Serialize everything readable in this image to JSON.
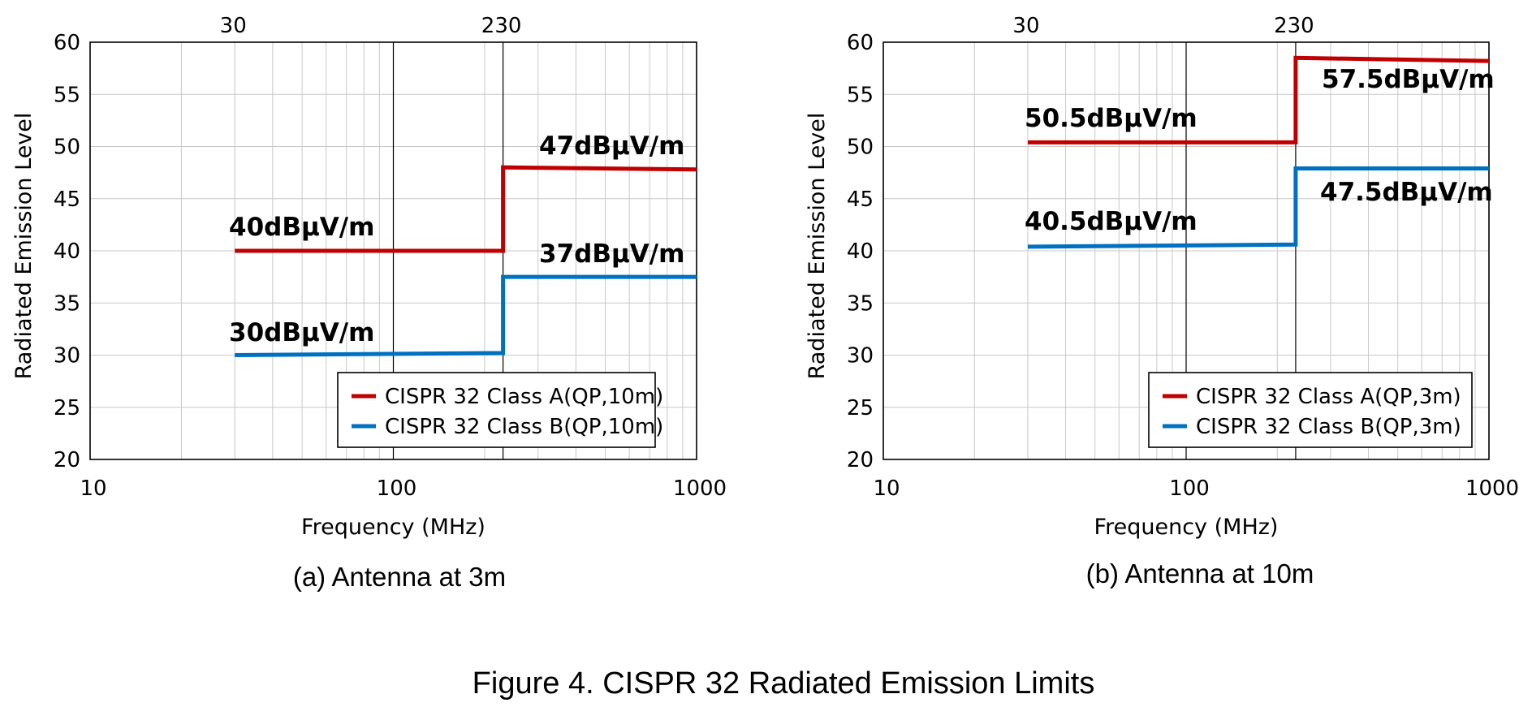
{
  "figure_title": "Figure 4. CISPR 32 Radiated Emission Limits",
  "colors": {
    "class_a": "#C00000",
    "class_b": "#0070C0"
  },
  "chart_data": [
    {
      "type": "line",
      "caption": "(a) Antenna at 3m",
      "xlabel": "Frequency (MHz)",
      "ylabel": "Radiated Emission Level",
      "x_scale": "log",
      "xlim": [
        10,
        1000
      ],
      "ylim": [
        20,
        60
      ],
      "y_step": 5,
      "x_tick_labels": [
        "10",
        "100",
        "1000"
      ],
      "top_tick_labels": [
        "30",
        "230"
      ],
      "grid": true,
      "legend": "bottom-right",
      "series": [
        {
          "name": "CISPR 32 Class A(QP,10m)",
          "color": "#C00000",
          "x": [
            30,
            230,
            230,
            1000
          ],
          "y": [
            40,
            40,
            48,
            47.8
          ]
        },
        {
          "name": "CISPR 32 Class B(QP,10m)",
          "color": "#0070C0",
          "x": [
            30,
            230,
            230,
            1000
          ],
          "y": [
            30,
            30.2,
            37.5,
            37.5
          ]
        }
      ],
      "annotations": [
        {
          "text": "40dBµV/m"
        },
        {
          "text": "47dBµV/m"
        },
        {
          "text": "30dBµV/m"
        },
        {
          "text": "37dBµV/m"
        }
      ]
    },
    {
      "type": "line",
      "caption": "(b) Antenna at 10m",
      "xlabel": "Frequency (MHz)",
      "ylabel": "Radiated Emission Level",
      "x_scale": "log",
      "xlim": [
        10,
        1000
      ],
      "ylim": [
        20,
        60
      ],
      "y_step": 5,
      "x_tick_labels": [
        "10",
        "100",
        "1000"
      ],
      "top_tick_labels": [
        "30",
        "230"
      ],
      "grid": true,
      "legend": "bottom-right",
      "series": [
        {
          "name": "CISPR 32 Class A(QP,3m)",
          "color": "#C00000",
          "x": [
            30,
            230,
            230,
            1000
          ],
          "y": [
            50.4,
            50.4,
            58.5,
            58.2
          ]
        },
        {
          "name": "CISPR 32 Class B(QP,3m)",
          "color": "#0070C0",
          "x": [
            30,
            230,
            230,
            1000
          ],
          "y": [
            40.4,
            40.6,
            47.9,
            47.9
          ]
        }
      ],
      "annotations": [
        {
          "text": "50.5dBµV/m"
        },
        {
          "text": "57.5dBµV/m"
        },
        {
          "text": "40.5dBµV/m"
        },
        {
          "text": "47.5dBµV/m"
        }
      ]
    }
  ]
}
